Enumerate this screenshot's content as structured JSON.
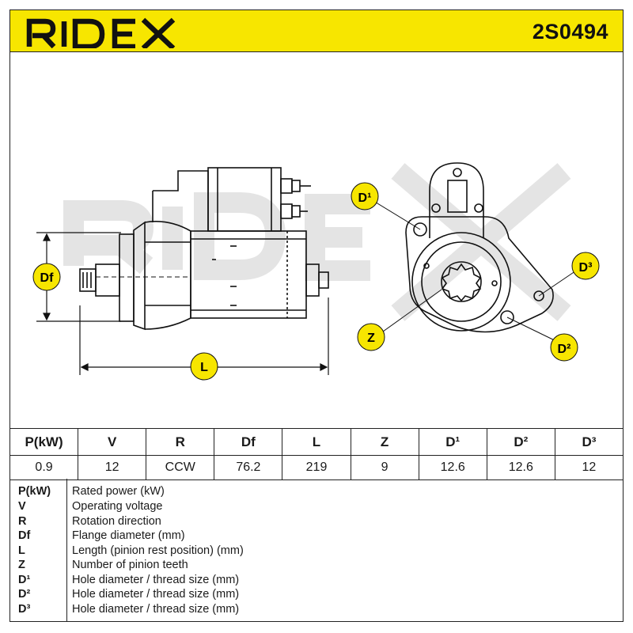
{
  "header": {
    "brand": "RIDEX",
    "part_number": "2S0494"
  },
  "dimension_labels": {
    "df": "Df",
    "l": "L",
    "d1": "D¹",
    "d2": "D²",
    "d3": "D³",
    "z": "Z"
  },
  "spec_table": {
    "headers": [
      "P(kW)",
      "V",
      "R",
      "Df",
      "L",
      "Z",
      "D¹",
      "D²",
      "D³"
    ],
    "values": [
      "0.9",
      "12",
      "CCW",
      "76.2",
      "219",
      "9",
      "12.6",
      "12.6",
      "12"
    ]
  },
  "legend": [
    {
      "symbol": "P(kW)",
      "description": "Rated power (kW)"
    },
    {
      "symbol": "V",
      "description": "Operating voltage"
    },
    {
      "symbol": "R",
      "description": "Rotation direction"
    },
    {
      "symbol": "Df",
      "description": "Flange diameter (mm)"
    },
    {
      "symbol": "L",
      "description": "Length (pinion rest position) (mm)"
    },
    {
      "symbol": "Z",
      "description": "Number of pinion teeth"
    },
    {
      "symbol": "D¹",
      "description": "Hole diameter / thread size (mm)"
    },
    {
      "symbol": "D²",
      "description": "Hole diameter / thread size (mm)"
    },
    {
      "symbol": "D³",
      "description": "Hole diameter / thread size (mm)"
    }
  ],
  "colors": {
    "brand_yellow": "#f7e600",
    "ink": "#1a1a1a",
    "watermark": "#e6e6e6"
  }
}
